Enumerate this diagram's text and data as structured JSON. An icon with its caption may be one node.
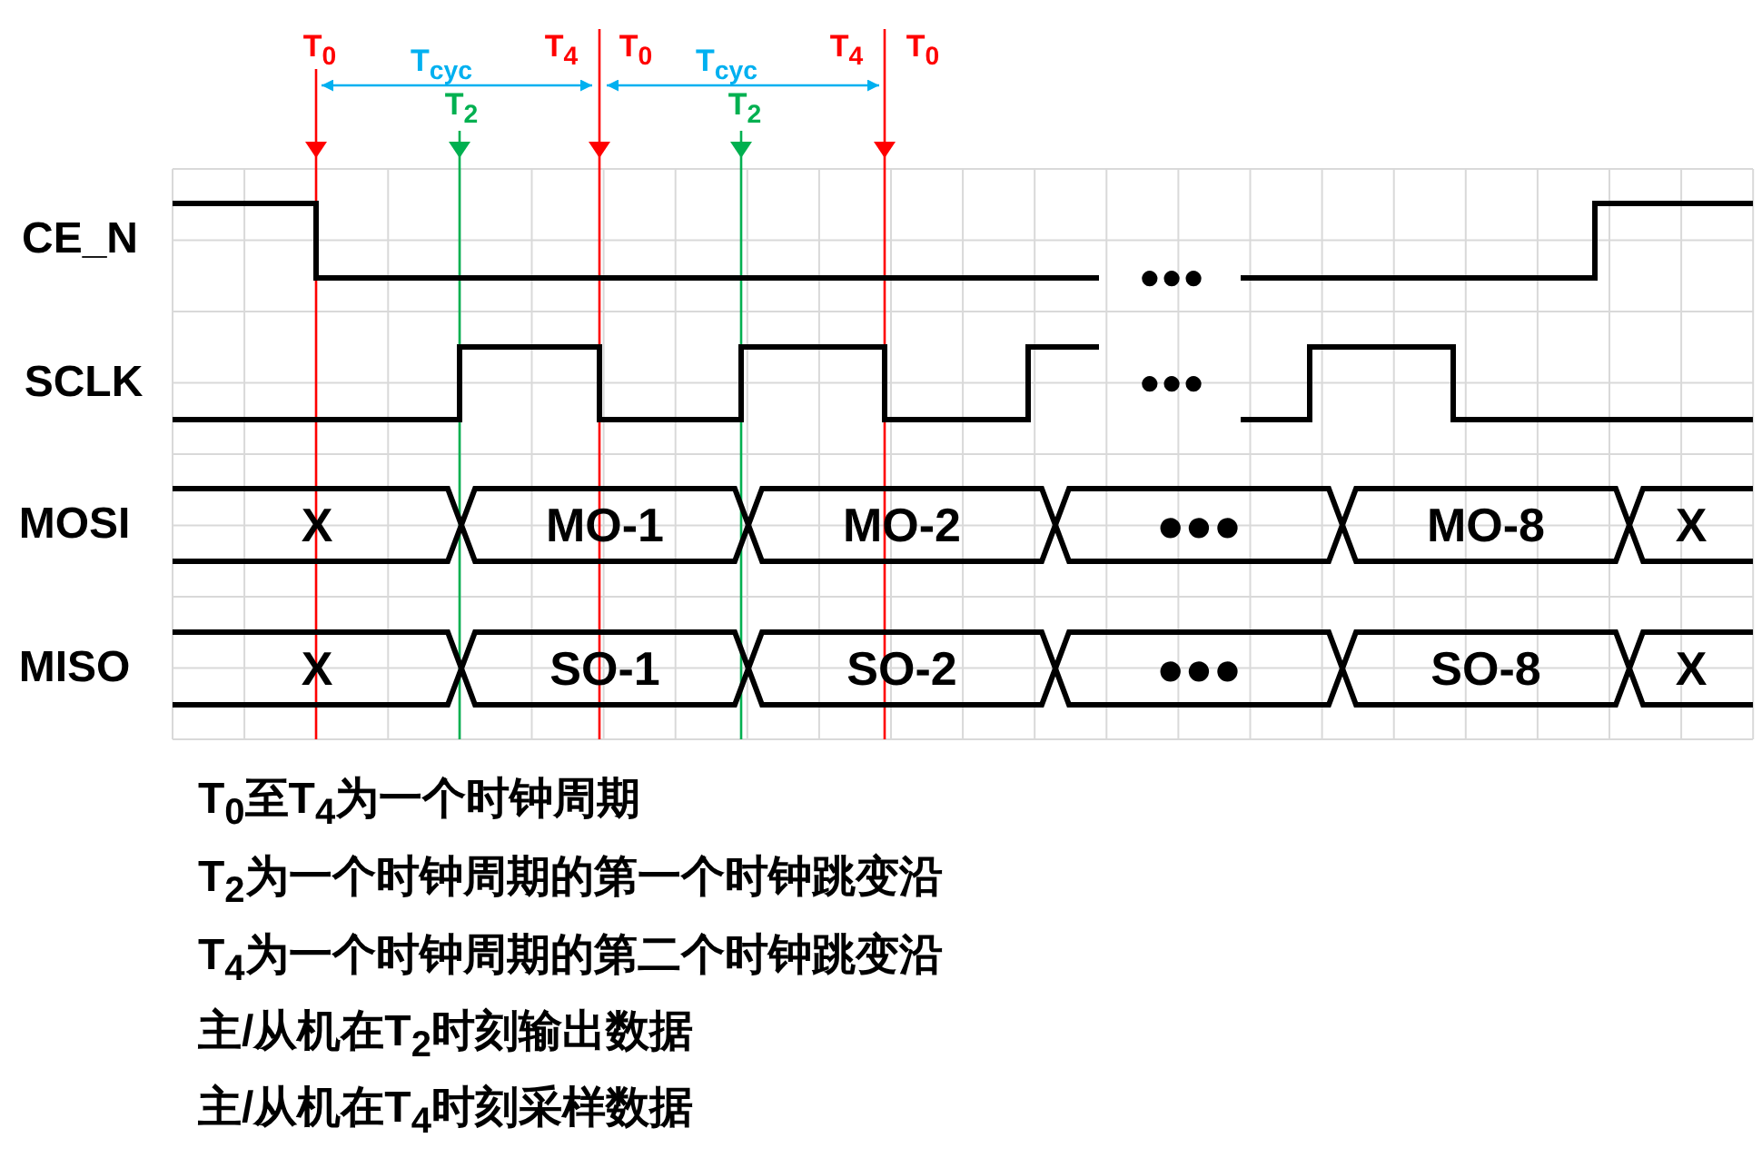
{
  "diagram": {
    "nodes": [
      {
        "text": [
          "X"
        ]
      },
      {
        "text": [
          "MO-1"
        ]
      },
      {
        "text": [
          "MO-2"
        ]
      },
      {
        "text": [
          "●●●"
        ]
      },
      {
        "text": [
          "MO-8"
        ]
      },
      {
        "text": [
          "X"
        ]
      },
      {
        "text": [
          "X"
        ]
      },
      {
        "text": [
          "SO-1"
        ]
      },
      {
        "text": [
          "SO-2"
        ]
      },
      {
        "text": [
          "●●●"
        ]
      },
      {
        "text": [
          "SO-8"
        ]
      },
      {
        "text": [
          "X"
        ]
      }
    ],
    "labels": [
      "T$_{0}$",
      "T$_{cyc}$",
      "T$_{4}$",
      "T$_{0}$",
      "T$_{cyc}$",
      "T$_{4}$",
      "T$_{0}$",
      "T$_{2}$",
      "T$_{2}$",
      "CE_N",
      "●●●",
      "SCLK",
      "●●●",
      "MOSI",
      "MISO",
      "T$_{0}$至T$_{4}$为一个时钟周期",
      "T$_{2}$为一个时钟周期的第一个时钟跳变沿",
      "T$_{4}$为一个时钟周期的第二个时钟跳变沿",
      "主/从机在T$_{2}$时刻输出数据",
      "主/从机在T$_{4}$时刻采样数据"
    ]
  }
}
